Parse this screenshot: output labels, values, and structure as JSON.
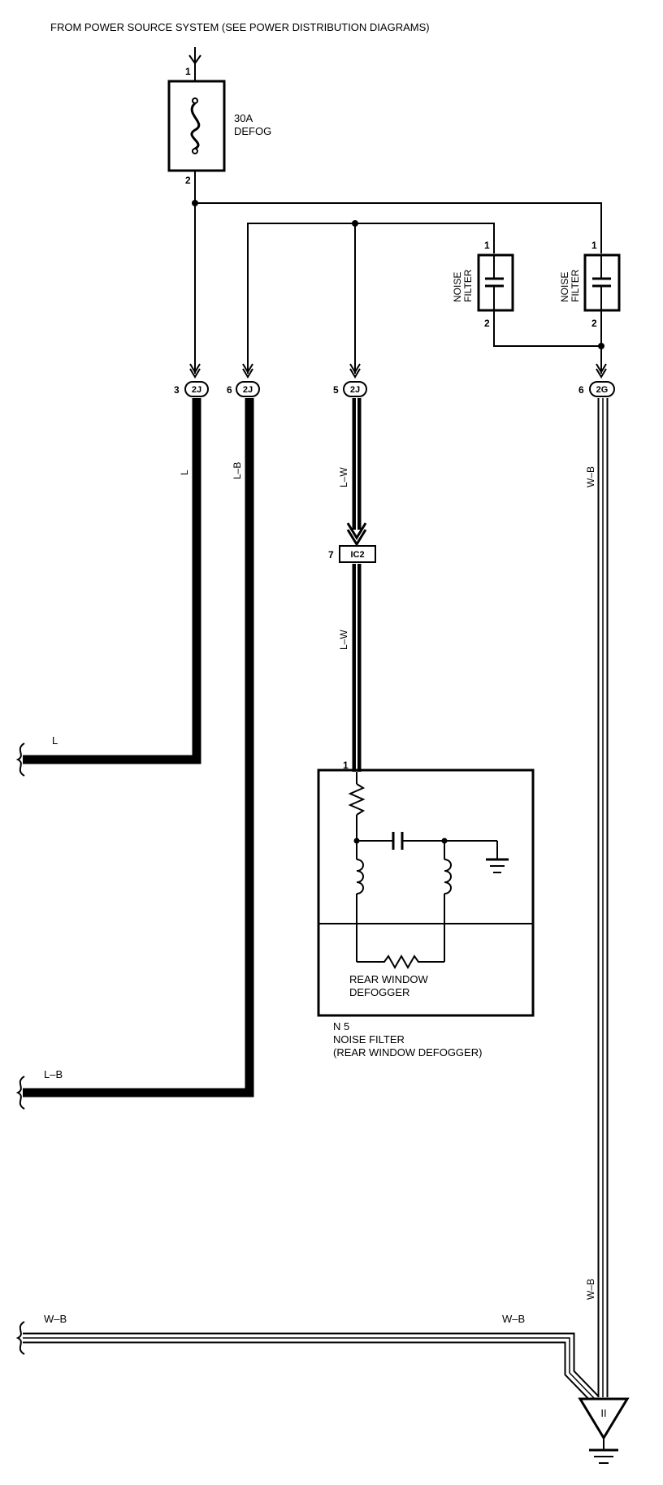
{
  "header": {
    "source_text": "FROM POWER SOURCE SYSTEM (SEE POWER DISTRIBUTION DIAGRAMS)"
  },
  "fuse": {
    "rating": "30A",
    "name": "DEFOG",
    "pin_in": "1",
    "pin_out": "2"
  },
  "noise_filter_label": {
    "line1": "NOISE",
    "line2": "FILTER"
  },
  "noise_filter_a": {
    "pin_top": "1",
    "pin_bottom": "2"
  },
  "noise_filter_b": {
    "pin_top": "1",
    "pin_bottom": "2"
  },
  "connectors": {
    "c1": {
      "pin": "3",
      "code": "2J"
    },
    "c2": {
      "pin": "6",
      "code": "2J"
    },
    "c3": {
      "pin": "5",
      "code": "2J"
    },
    "c4": {
      "pin": "6",
      "code": "2G"
    },
    "c5": {
      "pin": "7",
      "code": "IC2"
    }
  },
  "wires": {
    "l_vertical": "L",
    "lb_vertical": "L–B",
    "lw_upper": "L–W",
    "lw_lower": "L–W",
    "wb_upper": "W–B",
    "wb_lower": "W–B",
    "l_left": "L",
    "lb_left": "L–B",
    "wb_left": "W–B",
    "wb_bottom": "W–B"
  },
  "defogger": {
    "pin": "1",
    "element_label_line1": "REAR WINDOW",
    "element_label_line2": "DEFOGGER",
    "component_id": "N 5",
    "component_name": "NOISE FILTER",
    "component_sub": "(REAR WINDOW DEFOGGER)"
  },
  "ground": {
    "marker": "II"
  }
}
